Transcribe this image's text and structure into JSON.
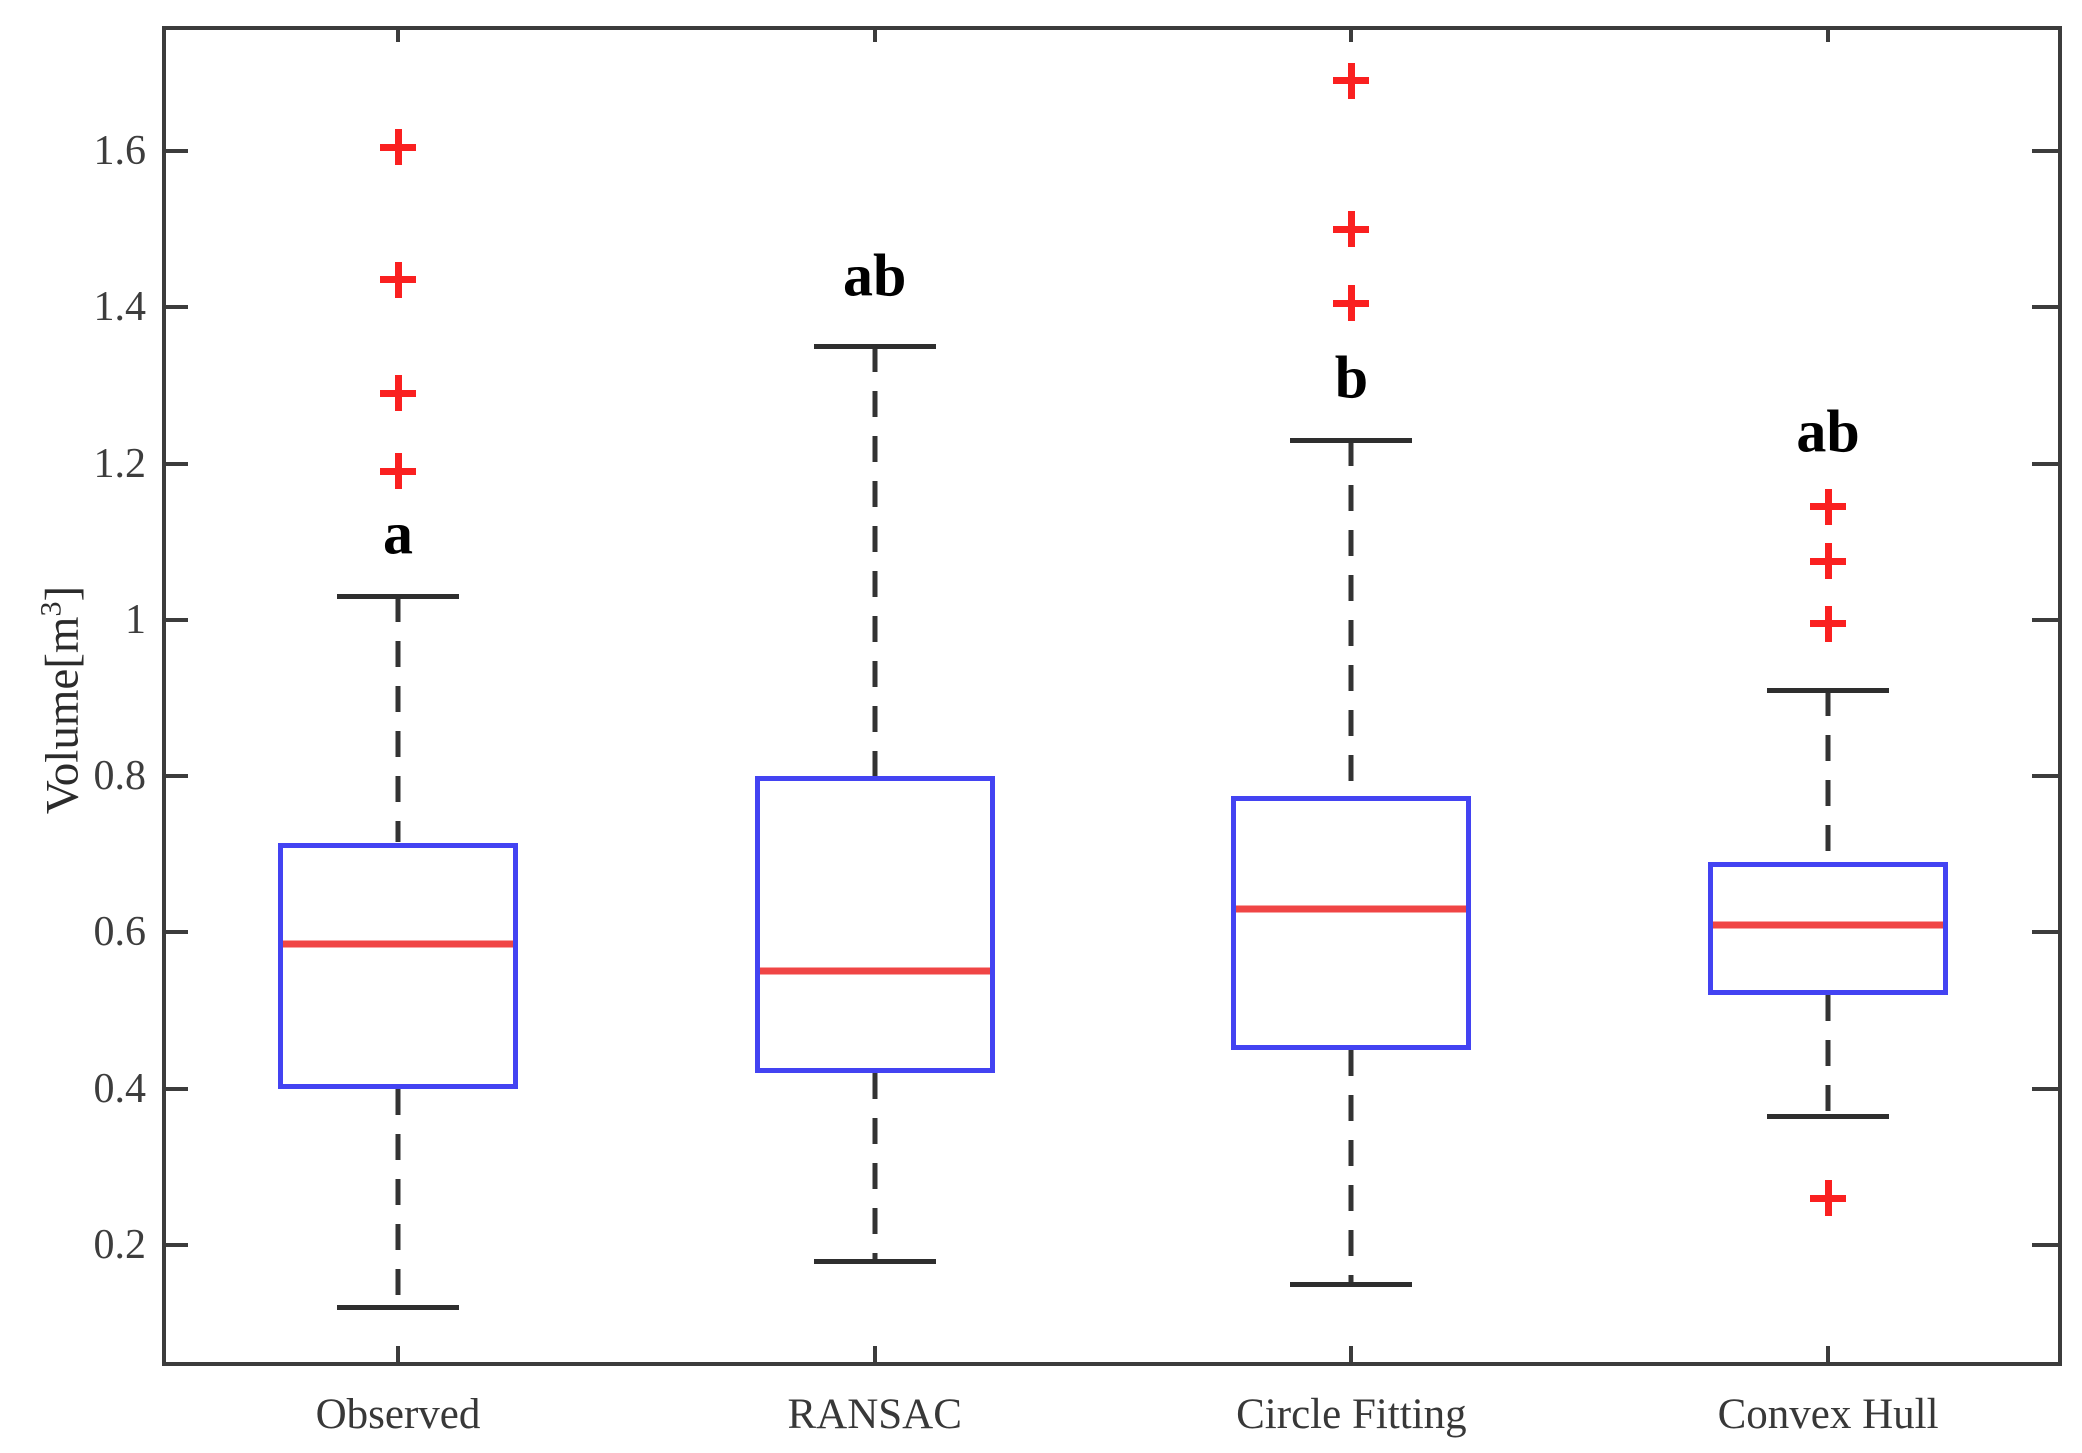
{
  "chart_data": {
    "type": "boxplot",
    "title": "",
    "xlabel": "",
    "ylabel": "Volume[m3]",
    "ylabel_parts": {
      "prefix": "Volume[m",
      "sup": "3",
      "suffix": "]"
    },
    "ylim": [
      0.045,
      1.76
    ],
    "grid": false,
    "legend": "none",
    "yticks": {
      "values": [
        1.6,
        1.4,
        1.2,
        1.0,
        0.8,
        0.6,
        0.4,
        0.2
      ],
      "labels": [
        "1.6",
        "1.4",
        "1.2",
        "1",
        "0.8",
        "0.6",
        "0.4",
        "0.2"
      ]
    },
    "categories": [
      "Observed",
      "RANSAC",
      "Circle Fitting",
      "Convex Hull"
    ],
    "series": [
      {
        "name": "Observed",
        "whisker_low": 0.12,
        "q1": 0.4,
        "median": 0.585,
        "q3": 0.715,
        "whisker_high": 1.03,
        "outliers": [
          1.19,
          1.29,
          1.435,
          1.605
        ],
        "sig_label": "a",
        "sig_y": 1.11
      },
      {
        "name": "RANSAC",
        "whisker_low": 0.18,
        "q1": 0.42,
        "median": 0.55,
        "q3": 0.8,
        "whisker_high": 1.35,
        "outliers": [],
        "sig_label": "ab",
        "sig_y": 1.44
      },
      {
        "name": "Circle Fitting",
        "whisker_low": 0.15,
        "q1": 0.45,
        "median": 0.63,
        "q3": 0.775,
        "whisker_high": 1.23,
        "outliers": [
          1.405,
          1.5,
          1.69
        ],
        "sig_label": "b",
        "sig_y": 1.31
      },
      {
        "name": "Convex Hull",
        "whisker_low": 0.365,
        "q1": 0.52,
        "median": 0.61,
        "q3": 0.69,
        "whisker_high": 0.91,
        "outliers": [
          0.26,
          0.995,
          1.075,
          1.145
        ],
        "sig_label": "ab",
        "sig_y": 1.24
      }
    ],
    "colors": {
      "box": "#4343f2",
      "median": "#f04545",
      "outlier": "#fa2020",
      "whisker": "#333333",
      "axis": "#3c3c3c",
      "text": "#3d3d3d"
    }
  }
}
